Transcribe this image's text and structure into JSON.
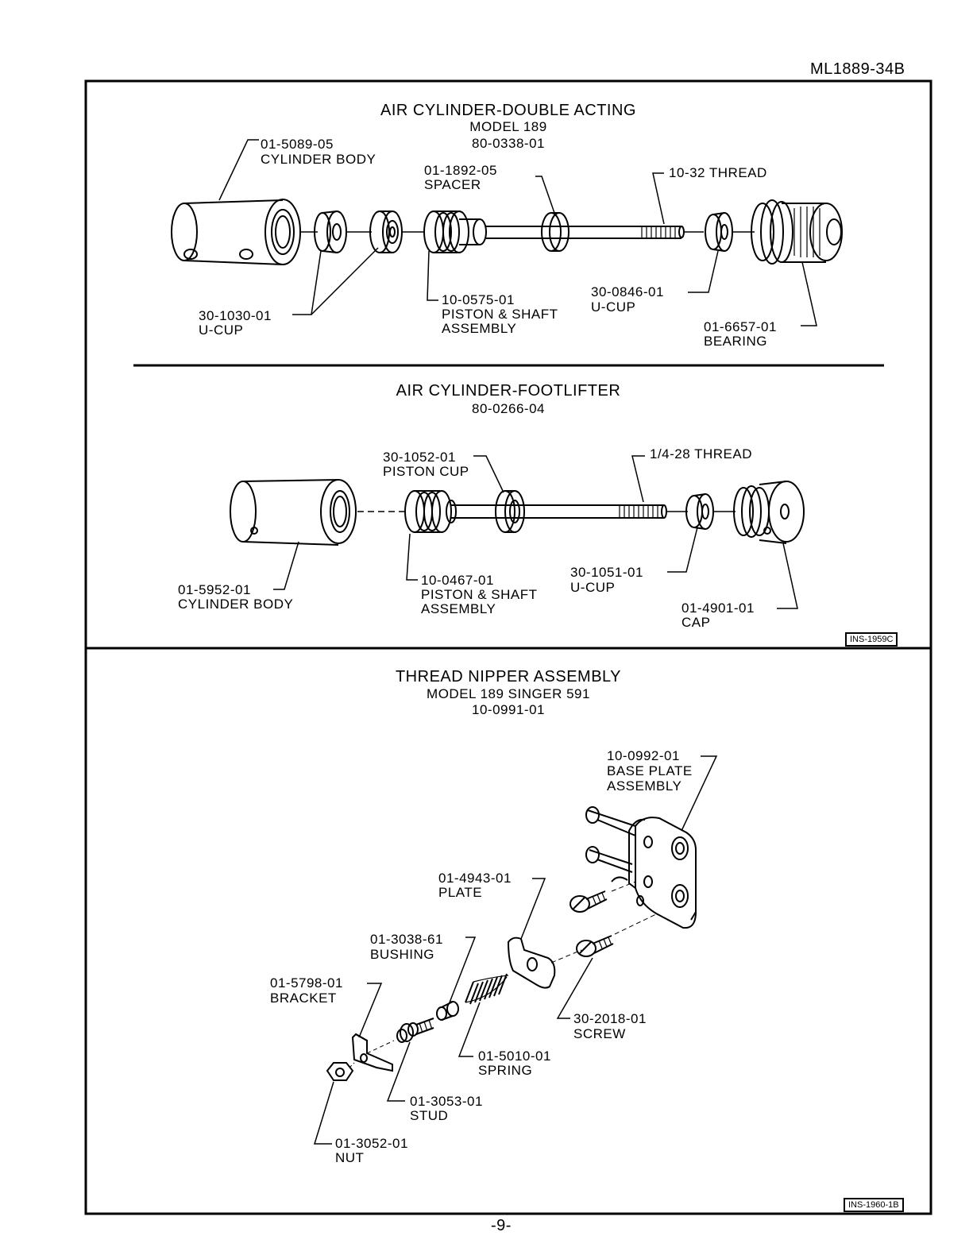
{
  "doc_id": "ML1889-34B",
  "page_number": "-9-",
  "panel1": {
    "stamp": "INS-1959C",
    "section_a": {
      "title": "AIR CYLINDER-DOUBLE ACTING",
      "subtitle": "MODEL 189",
      "part_no": "80-0338-01",
      "callouts": [
        {
          "number": "01-5089-05",
          "name": "CYLINDER BODY"
        },
        {
          "number": "01-1892-05",
          "name": "SPACER"
        },
        {
          "number": "10-32 THREAD",
          "name": ""
        },
        {
          "number": "30-1030-01",
          "name": "U-CUP"
        },
        {
          "number": "10-0575-01",
          "name": "PISTON & SHAFT",
          "name2": "ASSEMBLY"
        },
        {
          "number": "30-0846-01",
          "name": "U-CUP"
        },
        {
          "number": "01-6657-01",
          "name": "BEARING"
        }
      ]
    },
    "section_b": {
      "title": "AIR CYLINDER-FOOTLIFTER",
      "part_no": "80-0266-04",
      "callouts": [
        {
          "number": "30-1052-01",
          "name": "PISTON CUP"
        },
        {
          "number": "1/4-28 THREAD",
          "name": ""
        },
        {
          "number": "01-5952-01",
          "name": "CYLINDER BODY"
        },
        {
          "number": "10-0467-01",
          "name": "PISTON & SHAFT",
          "name2": "ASSEMBLY"
        },
        {
          "number": "30-1051-01",
          "name": "U-CUP"
        },
        {
          "number": "01-4901-01",
          "name": "CAP"
        }
      ]
    }
  },
  "panel2": {
    "stamp": "INS-1960-1B",
    "title": "THREAD NIPPER ASSEMBLY",
    "subtitle": "MODEL 189 SINGER 591",
    "part_no": "10-0991-01",
    "callouts": [
      {
        "number": "10-0992-01",
        "name": "BASE PLATE",
        "name2": "ASSEMBLY"
      },
      {
        "number": "01-4943-01",
        "name": "PLATE"
      },
      {
        "number": "01-3038-61",
        "name": "BUSHING"
      },
      {
        "number": "01-5798-01",
        "name": "BRACKET"
      },
      {
        "number": "30-2018-01",
        "name": "SCREW"
      },
      {
        "number": "01-5010-01",
        "name": "SPRING"
      },
      {
        "number": "01-3053-01",
        "name": "STUD"
      },
      {
        "number": "01-3052-01",
        "name": "NUT"
      }
    ]
  }
}
